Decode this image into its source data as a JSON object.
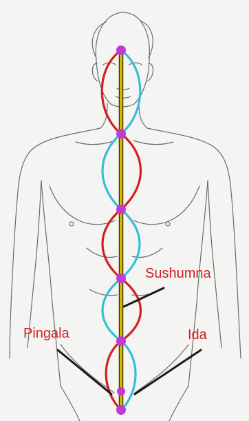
{
  "labels": {
    "sushumna": "Sushumna",
    "pingala": "Pingala",
    "ida": "Ida"
  },
  "colors": {
    "label_text": "#d11f1f",
    "pingala_channel": "#d11f1f",
    "ida_channel": "#35bfd4",
    "sushumna_channel": "#c9a700",
    "chakra_points": "#c23ad6",
    "pointer_lines": "#1a1a1a",
    "body_outline": "#666666"
  },
  "chakra_count": 7
}
